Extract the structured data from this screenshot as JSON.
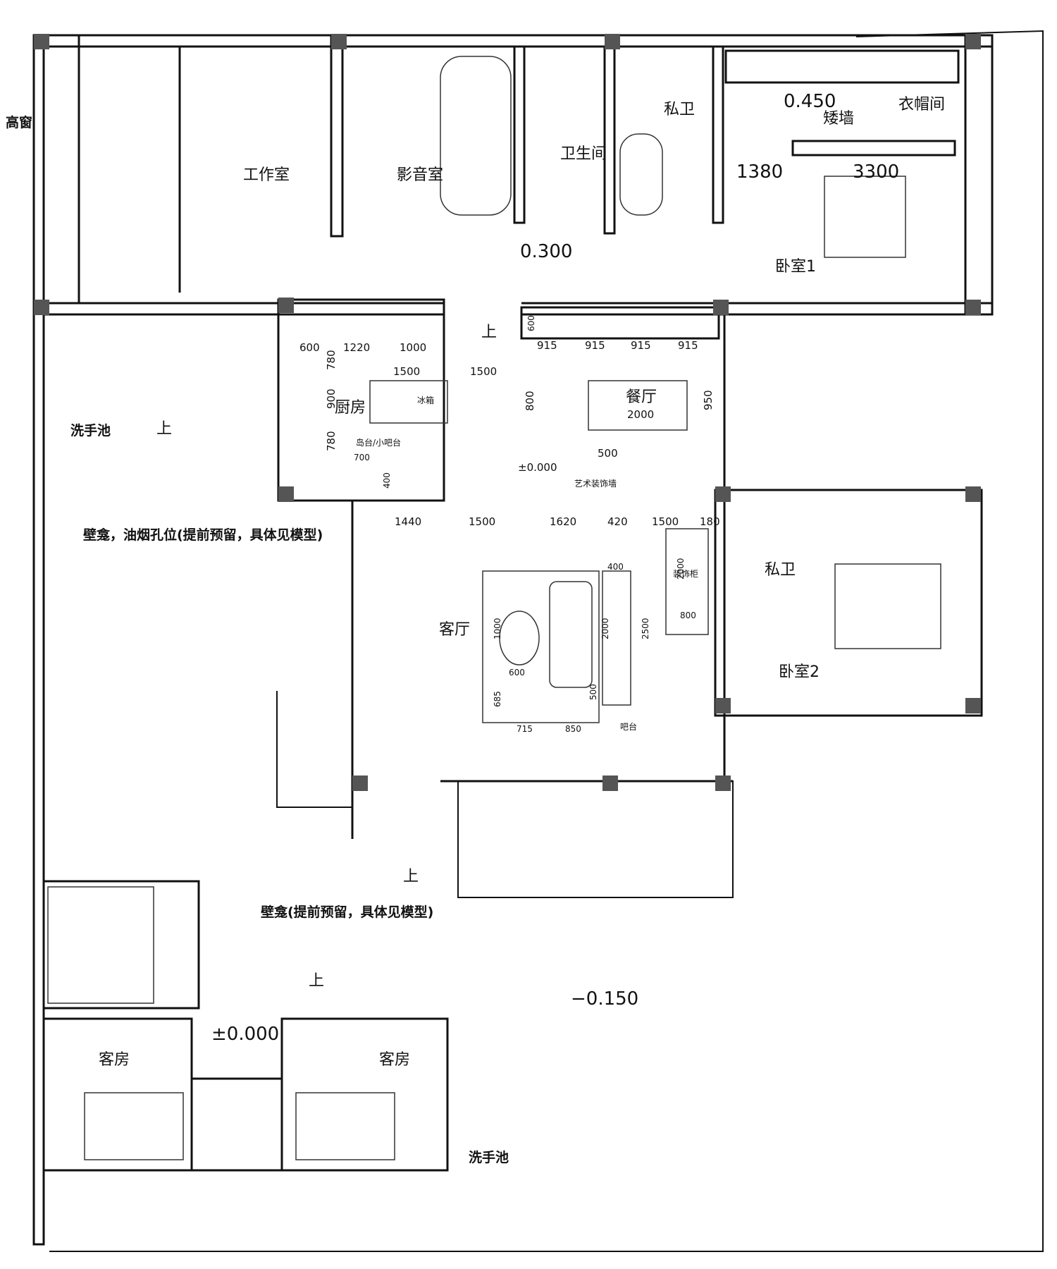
{
  "rooms": {
    "workroom": "工作室",
    "theater": "影音室",
    "bathroom": "卫生间",
    "private_bath_1": "私卫",
    "cloakroom": "衣帽间",
    "low_wall": "矮墙",
    "bedroom_1": "卧室1",
    "kitchen": "厨房",
    "dining": "餐厅",
    "living": "客厅",
    "private_bath_2": "私卫",
    "bedroom_2": "卧室2",
    "guest_room_left": "客房",
    "guest_room_right": "客房"
  },
  "labels": {
    "high_window": "高窗",
    "basin_left": "洗手池",
    "basin_bottom": "洗手池",
    "niche_flue": "壁龛，油烟孔位(提前预留，具体见模型)",
    "niche": "壁龛(提前预留，具体见模型)",
    "island_bar": "岛台/小吧台",
    "art_decor": "艺术装饰墙",
    "bar": "吧台",
    "fridge": "冰箱",
    "cabinet": "装饰柜",
    "stair_up": "上"
  },
  "levels": {
    "cloak": "0.450",
    "corridor": "0.300",
    "main": "±0.000",
    "yard": "−0.150",
    "guest": "±0.000"
  },
  "dimensions": {
    "bedroom_1": [
      "1380",
      "3300"
    ],
    "kitchen_top": [
      "600",
      "1220",
      "1000"
    ],
    "kitchen_side": [
      "780",
      "900",
      "780"
    ],
    "island": [
      "1500",
      "1500",
      "800",
      "700",
      "400"
    ],
    "dining": [
      "915",
      "915",
      "915",
      "915",
      "950",
      "2000",
      "500",
      "600"
    ],
    "living_top": [
      "1440",
      "1500",
      "1620",
      "420",
      "1500",
      "180"
    ],
    "living": [
      "1000",
      "600",
      "2000",
      "2500",
      "400",
      "685",
      "715",
      "850",
      "500",
      "2000",
      "800"
    ]
  }
}
